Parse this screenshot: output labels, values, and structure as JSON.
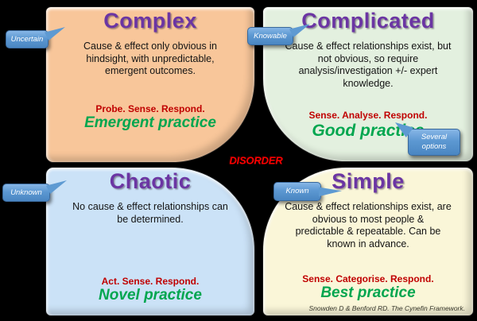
{
  "diagram": {
    "disorder_label": "DISORDER",
    "citation": "Snowden D & Benford RD. The Cynefin Framework."
  },
  "quadrants": {
    "complex": {
      "title": "Complex",
      "description_lines": [
        "Cause & effect only obvious in",
        "hindsight, with unpredictable,",
        "emergent outcomes."
      ],
      "action": "Probe. Sense. Respond.",
      "practice": "Emergent practice",
      "bg_color": "#F8C69A"
    },
    "complicated": {
      "title": "Complicated",
      "description_lines": [
        "Cause & effect relationships exist, but",
        "not obvious, so require",
        "analysis/investigation +/- expert",
        "knowledge."
      ],
      "action": "Sense. Analyse. Respond.",
      "practice": "Good practice",
      "bg_color": "#E3F0DF"
    },
    "chaotic": {
      "title": "Chaotic",
      "description_lines": [
        "No cause & effect relationships can",
        "be determined."
      ],
      "action": "Act. Sense. Respond.",
      "practice": "Novel practice",
      "bg_color": "#CBE2F7"
    },
    "simple": {
      "title": "Simple",
      "description_lines": [
        "Cause & effect relationships exist, are",
        "obvious to most people &",
        "predictable & repeatable. Can be",
        "known in advance."
      ],
      "action": "Sense. Categorise. Respond.",
      "practice": "Best practice",
      "bg_color": "#FAF6D8"
    }
  },
  "callouts": {
    "uncertain": {
      "label": "Uncertain"
    },
    "knowable": {
      "label": "Knowable"
    },
    "several_options": {
      "line1": "Several",
      "line2": "options"
    },
    "unknown": {
      "label": "Unknown"
    },
    "known": {
      "label": "Known"
    }
  },
  "colors": {
    "background": "#000000",
    "title_purple": "#6B35A3",
    "action_red": "#C00000",
    "practice_green": "#00A64F",
    "disorder_red": "#FF0000",
    "callout_blue": "#5E9AD2",
    "complex_bg": "#F8C69A",
    "complicated_bg": "#E3F0DF",
    "chaotic_bg": "#CBE2F7",
    "simple_bg": "#FAF6D8"
  }
}
